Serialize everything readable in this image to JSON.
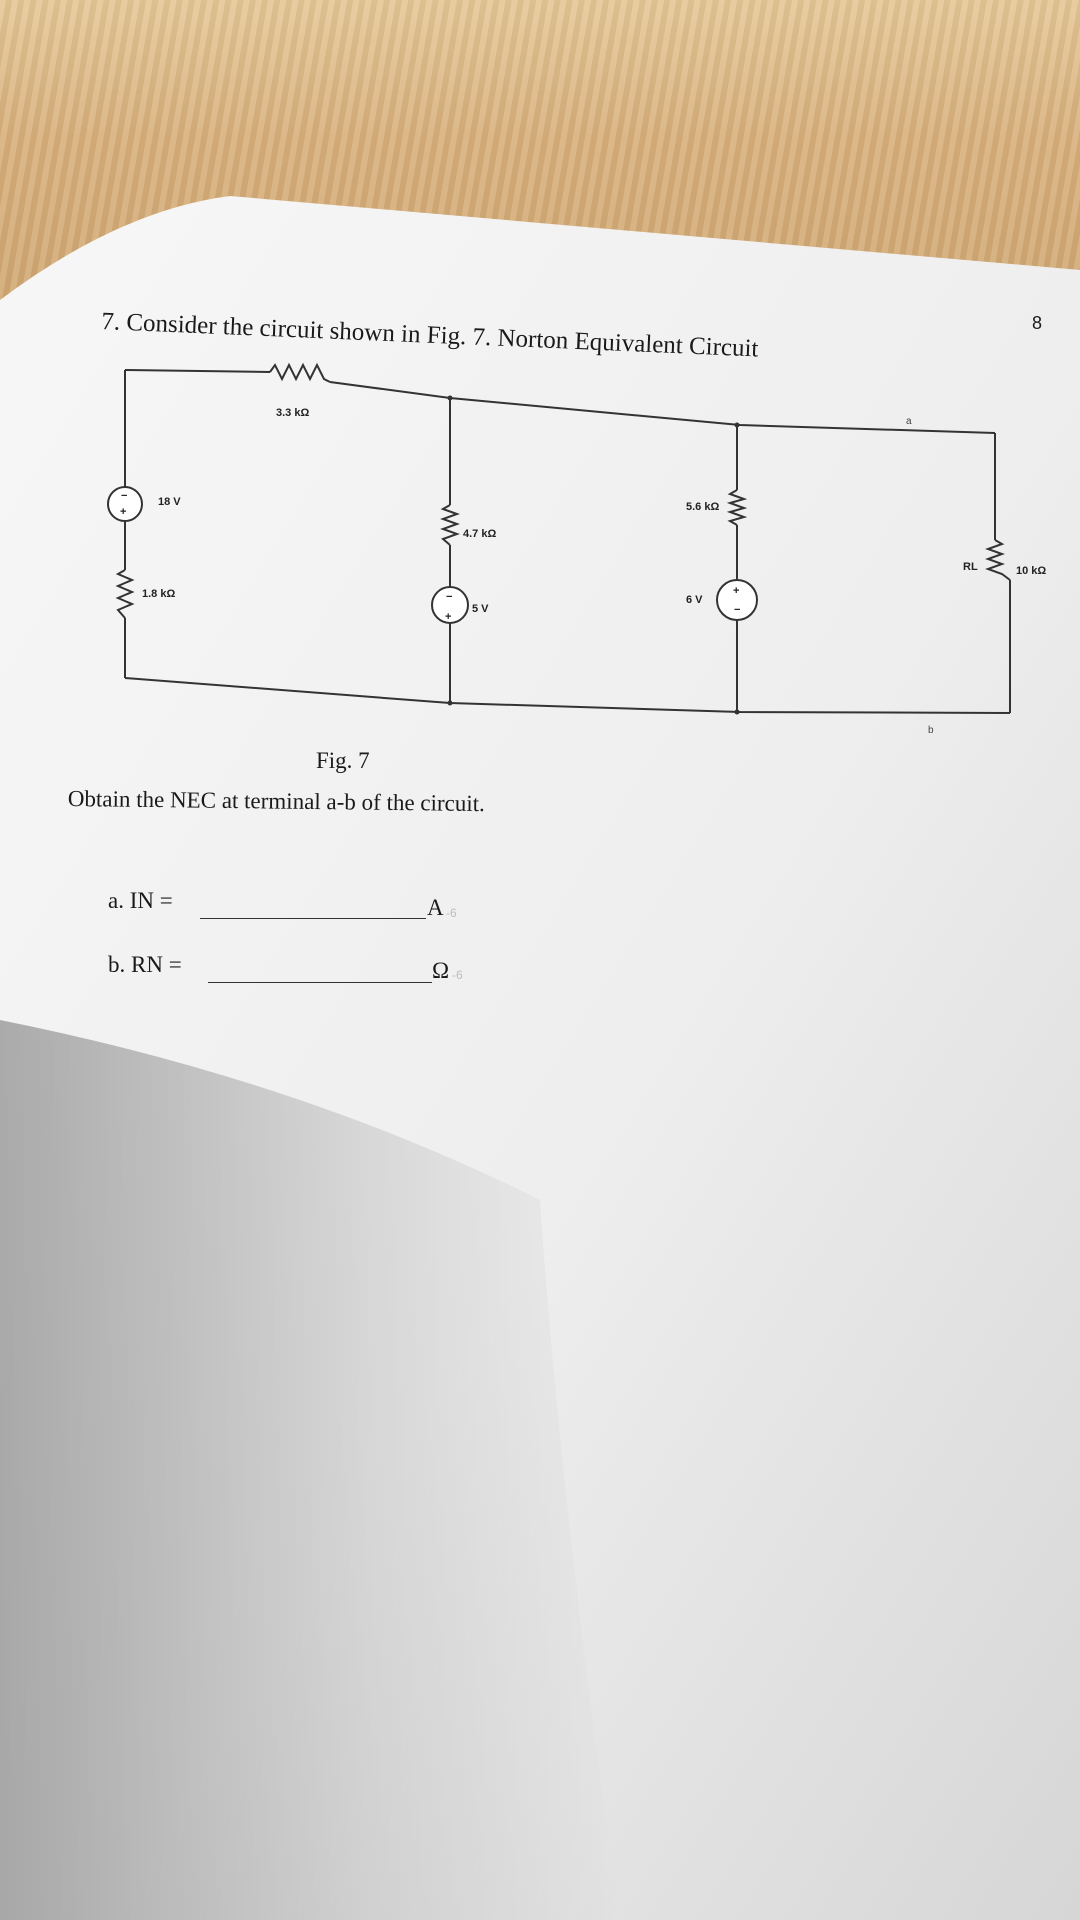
{
  "page": {
    "question": "7. Consider the circuit shown in Fig. 7. Norton Equivalent Circuit",
    "page_number": "8",
    "figure_caption": "Fig. 7",
    "prompt": "Obtain the NEC at terminal a-b of the circuit."
  },
  "circuit": {
    "v1_label": "18 V",
    "r1_label": "1.8 kΩ",
    "r2_label": "3.3 kΩ",
    "r3_label": "4.7 kΩ",
    "v2_label": "5 V",
    "r4_label": "5.6 kΩ",
    "v3_label": "6 V",
    "rl_name": "RL",
    "rl_label": "10 kΩ",
    "terminal_a": "a",
    "terminal_b": "b"
  },
  "answers": {
    "in_label": "a.   IN =",
    "in_unit": "A",
    "rn_label": "b.   RN =",
    "rn_unit": "Ω",
    "points": "-6"
  }
}
